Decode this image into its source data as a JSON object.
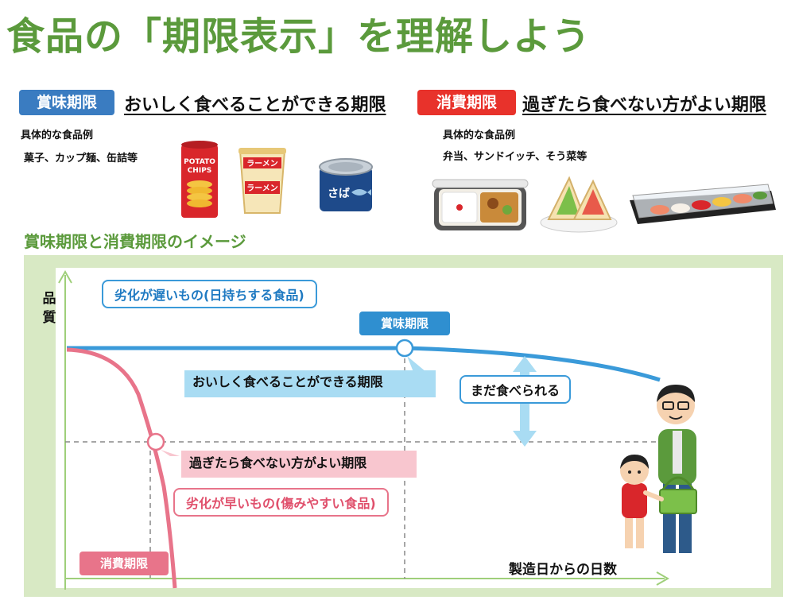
{
  "title": "食品の「期限表示」を理解しよう",
  "best_before": {
    "tag": "賞味期限",
    "description": "おいしく食べることができる期限",
    "examples_label": "具体的な食品例",
    "examples": "菓子、カップ麺、缶詰等",
    "chips_text_1": "POTATO",
    "chips_text_2": "CHIPS",
    "ramen_text": "ラーメン",
    "can_text": "さば"
  },
  "use_by": {
    "tag": "消費期限",
    "description": "過ぎたら食べない方がよい期限",
    "examples_label": "具体的な食品例",
    "examples": "弁当、サンドイッチ、そう菜等"
  },
  "diagram": {
    "title": "賞味期限と消費期限のイメージ",
    "y_axis_label": "品質",
    "x_axis_label": "製造日からの日数",
    "slow_label": "劣化が遅いもの(日持ちする食品)",
    "best_before_marker": "賞味期限",
    "best_before_desc": "おいしく食べることができる期限",
    "still_edible": "まだ食べられる",
    "use_by_desc": "過ぎたら食べない方がよい期限",
    "fast_label": "劣化が早いもの(傷みやすい食品)",
    "use_by_marker": "消費期限"
  },
  "colors": {
    "title_green": "#5b9a3c",
    "blue": "#3a9ad9",
    "pink": "#e8748a",
    "red": "#e8322b"
  }
}
